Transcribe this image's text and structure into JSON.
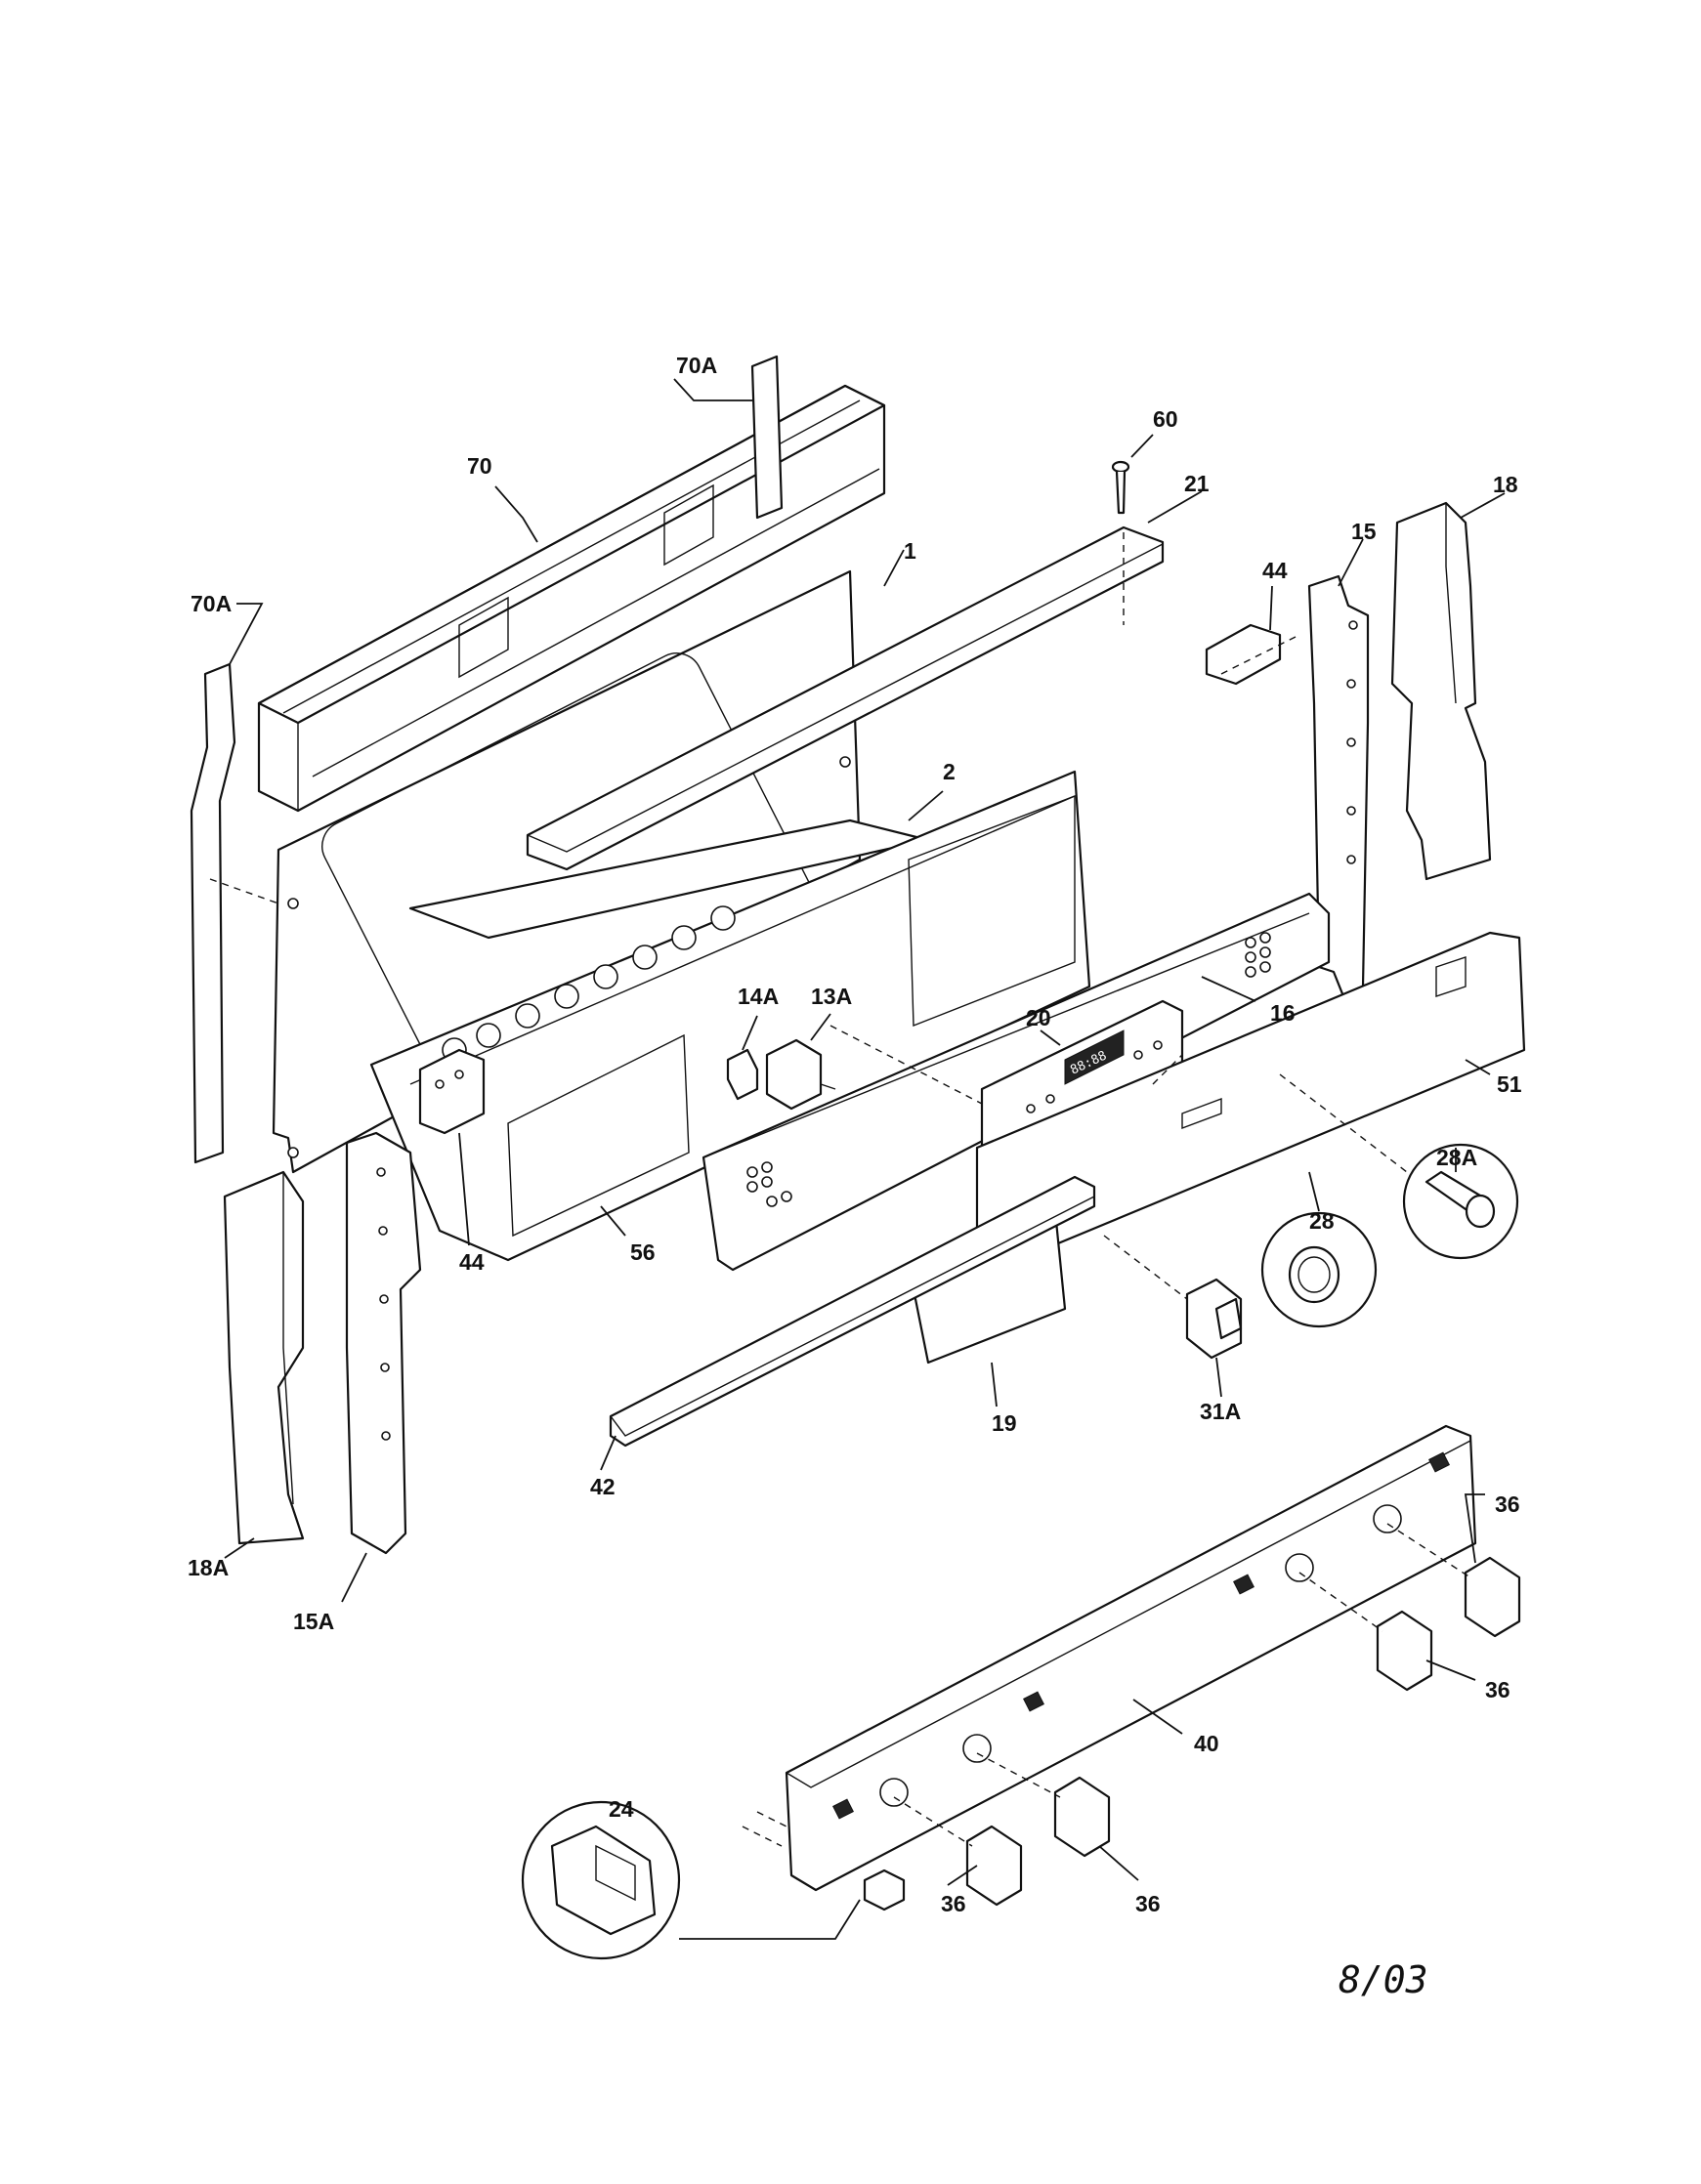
{
  "diagram": {
    "date": "8/03",
    "display_readout": "88:88",
    "labels": [
      {
        "id": "70A-top",
        "text": "70A"
      },
      {
        "id": "70",
        "text": "70"
      },
      {
        "id": "60",
        "text": "60"
      },
      {
        "id": "21",
        "text": "21"
      },
      {
        "id": "18",
        "text": "18"
      },
      {
        "id": "15",
        "text": "15"
      },
      {
        "id": "70A-left",
        "text": "70A"
      },
      {
        "id": "1",
        "text": "1"
      },
      {
        "id": "44-top",
        "text": "44"
      },
      {
        "id": "2",
        "text": "2"
      },
      {
        "id": "14A",
        "text": "14A"
      },
      {
        "id": "13A",
        "text": "13A"
      },
      {
        "id": "20",
        "text": "20"
      },
      {
        "id": "16",
        "text": "16"
      },
      {
        "id": "51",
        "text": "51"
      },
      {
        "id": "28A",
        "text": "28A"
      },
      {
        "id": "28",
        "text": "28"
      },
      {
        "id": "44-left",
        "text": "44"
      },
      {
        "id": "56",
        "text": "56"
      },
      {
        "id": "31A",
        "text": "31A"
      },
      {
        "id": "19",
        "text": "19"
      },
      {
        "id": "42",
        "text": "42"
      },
      {
        "id": "18A",
        "text": "18A"
      },
      {
        "id": "15A",
        "text": "15A"
      },
      {
        "id": "36-a",
        "text": "36"
      },
      {
        "id": "36-b",
        "text": "36"
      },
      {
        "id": "40",
        "text": "40"
      },
      {
        "id": "24",
        "text": "24"
      },
      {
        "id": "36-c",
        "text": "36"
      },
      {
        "id": "36-d",
        "text": "36"
      }
    ]
  }
}
